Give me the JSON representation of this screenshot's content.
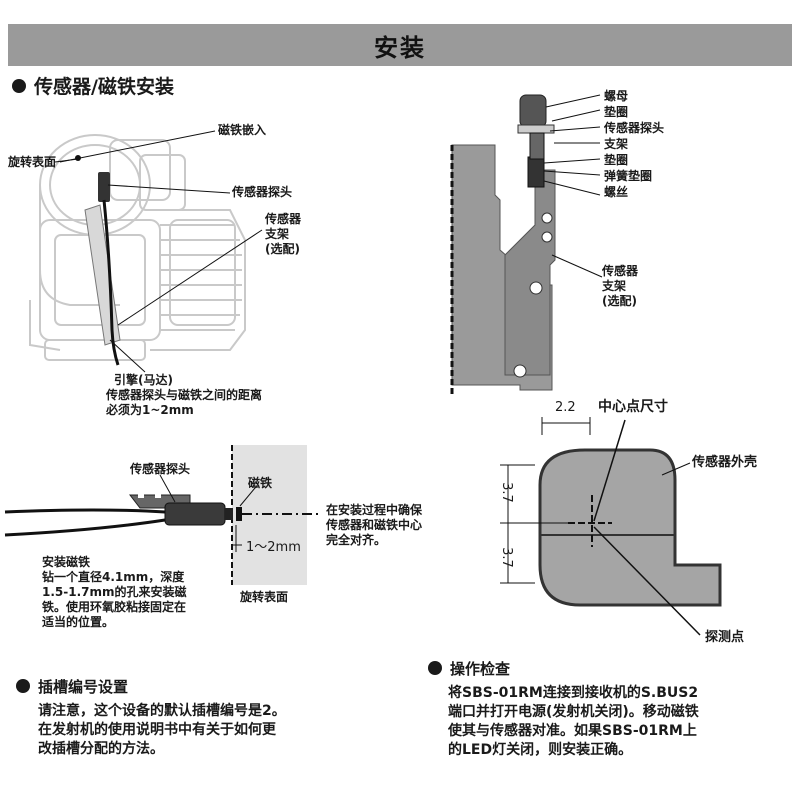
{
  "header": {
    "title": "安装"
  },
  "section_install": {
    "title": "传感器/磁铁安装"
  },
  "engine_diagram": {
    "magnet_embed": "磁铁嵌入",
    "rotating_surface": "旋转表面",
    "sensor_probe": "传感器探头",
    "sensor_bracket_lines": [
      "传感器",
      "支架",
      "(选配)"
    ],
    "engine_caption_lines": [
      "引擎(马达)",
      "传感器探头与磁铁之间的距离",
      "必须为1~2mm"
    ]
  },
  "bracket_diagram": {
    "parts": [
      "螺母",
      "垫圈",
      "传感器探头",
      "支架",
      "垫圈",
      "弹簧垫圈",
      "螺丝"
    ],
    "bracket_label_lines": [
      "传感器",
      "支架",
      "(选配)"
    ]
  },
  "alignment_diagram": {
    "probe_label": "传感器探头",
    "magnet_label": "磁铁",
    "gap_label": "1～2mm",
    "rotating_surface": "旋转表面",
    "note_lines": [
      "在安装过程中确保",
      "传感器和磁铁中心",
      "完全对齐。"
    ],
    "install_magnet_title": "安装磁铁",
    "install_magnet_lines": [
      "钻一个直径4.1mm，深度",
      "1.5-1.7mm的孔来安装磁",
      "铁。使用环氧胶粘接固定在",
      "适当的位置。"
    ]
  },
  "center_diagram": {
    "dim_top": "2.2",
    "center_label": "中心点尺寸",
    "housing_label": "传感器外壳",
    "dim_upper": "3.7",
    "dim_lower": "3.7",
    "detect_label": "探测点"
  },
  "section_slot": {
    "title": "插槽编号设置",
    "lines": [
      "请注意，这个设备的默认插槽编号是2。",
      "在发射机的使用说明书中有关于如何更",
      "改插槽分配的方法。"
    ]
  },
  "section_check": {
    "title": "操作检查",
    "lines": [
      "将SBS-01RM连接到接收机的S.BUS2",
      "端口并打开电源(发射机关闭)。移动磁铁",
      "使其与传感器对准。如果SBS-01RM上",
      "的LED灯关闭，则安装正确。"
    ]
  }
}
